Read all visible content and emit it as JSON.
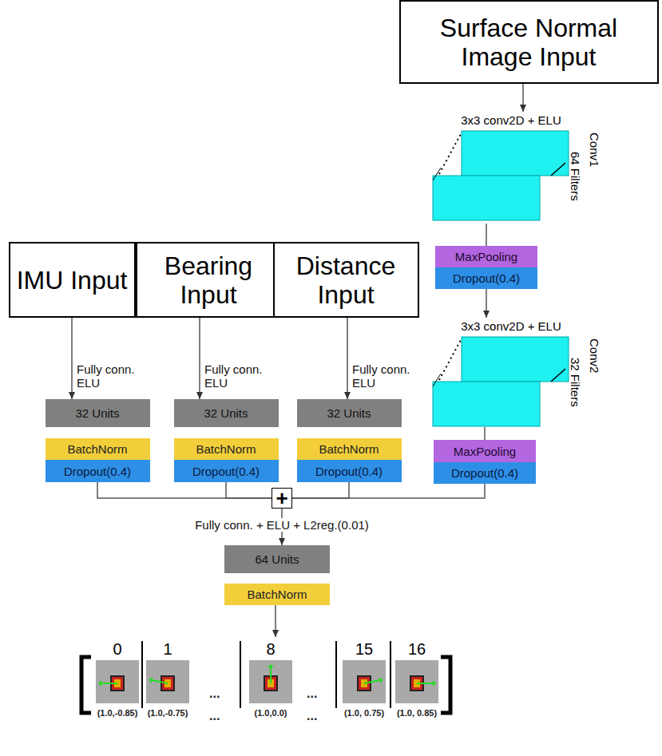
{
  "diagram": {
    "nodes": [
      {
        "text": [
          "Surface Normal Image Input"
        ]
      },
      {
        "text": [
          "IMU Input"
        ]
      },
      {
        "text": [
          "Bearing Input"
        ]
      },
      {
        "text": [
          "Distance Input"
        ]
      },
      {
        "text": [
          "3x3 conv2D + ELU",
          "Conv1",
          "64 Filters"
        ]
      },
      {
        "text": [
          "MaxPooling"
        ]
      },
      {
        "text": [
          "Dropout(0.4)"
        ]
      },
      {
        "text": [
          "3x3 conv2D + ELU",
          "Conv2",
          "32 Filters"
        ]
      },
      {
        "text": [
          "MaxPooling"
        ]
      },
      {
        "text": [
          "Dropout(0.4)"
        ]
      },
      {
        "text": [
          "32 Units"
        ]
      },
      {
        "text": [
          "BatchNorm"
        ]
      },
      {
        "text": [
          "Dropout(0.4)"
        ]
      },
      {
        "text": [
          "32 Units"
        ]
      },
      {
        "text": [
          "BatchNorm"
        ]
      },
      {
        "text": [
          "Dropout(0.4)"
        ]
      },
      {
        "text": [
          "32 Units"
        ]
      },
      {
        "text": [
          "BatchNorm"
        ]
      },
      {
        "text": [
          "Dropout(0.4)"
        ]
      },
      {
        "text": [
          "+"
        ]
      },
      {
        "text": [
          "64 Units"
        ]
      },
      {
        "text": [
          "BatchNorm"
        ]
      },
      {
        "text": [
          "0",
          "(1.0,-0.85)"
        ]
      },
      {
        "text": [
          "1",
          "(1.0,-0.75)"
        ]
      },
      {
        "text": [
          "8",
          "(1.0,0.0)"
        ]
      },
      {
        "text": [
          "15",
          "(1.0, 0.75)"
        ]
      },
      {
        "text": [
          "16",
          "(1.0, 0.85)"
        ]
      }
    ],
    "edges": [
      {
        "from": 0,
        "to": 4,
        "arrow": "to"
      },
      {
        "from": 4,
        "to": 5,
        "arrow": "none"
      },
      {
        "from": 6,
        "to": 7,
        "arrow": "to"
      },
      {
        "from": 7,
        "to": 8,
        "arrow": "none"
      },
      {
        "from": 1,
        "to": 10,
        "label": "Fully conn. ELU",
        "arrow": "to"
      },
      {
        "from": 2,
        "to": 13,
        "label": "Fully conn. ELU",
        "arrow": "to"
      },
      {
        "from": 3,
        "to": 16,
        "label": "Fully conn. ELU",
        "arrow": "to"
      },
      {
        "from": 12,
        "to": 19,
        "arrow": "none"
      },
      {
        "from": 15,
        "to": 19,
        "arrow": "none"
      },
      {
        "from": 18,
        "to": 19,
        "arrow": "none"
      },
      {
        "from": 9,
        "to": 19,
        "arrow": "none"
      },
      {
        "from": 19,
        "to": 20,
        "label": "Fully conn. + ELU + L2reg.(0.01)",
        "arrow": "to"
      },
      {
        "from": 21,
        "to": 24,
        "arrow": "to"
      }
    ],
    "labels": [
      "...",
      "...",
      "...",
      "..."
    ]
  }
}
